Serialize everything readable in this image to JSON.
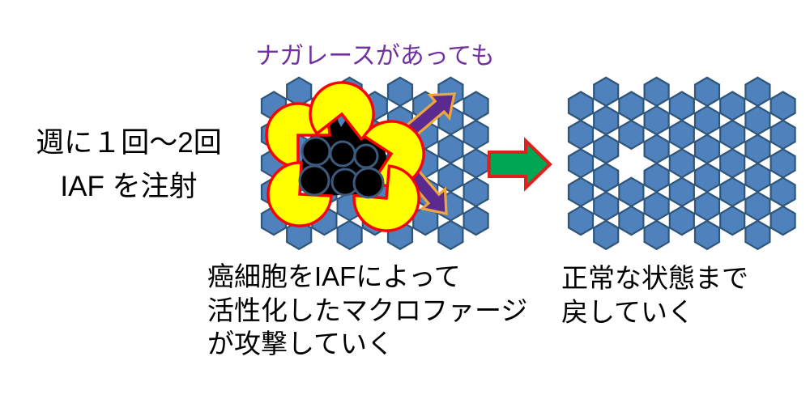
{
  "slide": {
    "nagalase_note": "ナガレースがあっても",
    "injection_note": {
      "line1": "週に１回～2回",
      "line2": "IAF を注射"
    },
    "attack_caption": {
      "line1": "癌細胞をIAFによって",
      "line2": "活性化したマクロファージ",
      "line3": "が攻撃していく"
    },
    "recovery_caption": {
      "line1": "正常な状態まで",
      "line2": "戻していく"
    }
  },
  "colors": {
    "background": "#FFFFFF",
    "nagalase_text": "#7030A0",
    "body_text": "#000000",
    "tissue_hex_fill": "#4F81BD",
    "tissue_hex_stroke": "#2F5579",
    "macrophage_fill": "#FFFF00",
    "macrophage_stroke": "#FF0000",
    "cancer_fill": "#000000",
    "cancer_stroke": "#3D5A7D",
    "nagalase_arrow_fill": "#5B2A8E",
    "nagalase_arrow_stroke": "#F0A43C",
    "transition_arrow_fill": "#00A651",
    "transition_arrow_stroke": "#E01F1F"
  },
  "diagram": {
    "diseased_tissue": {
      "columns": 9,
      "macrophage_count": 5,
      "cancer_cell_count": 6,
      "escape_arrow_count": 2,
      "hole": null
    },
    "healthy_tissue": {
      "columns": 9,
      "hole": {
        "col": 2,
        "row": 2
      }
    },
    "icons": [
      "hexagon-cell-icon",
      "macrophage-icon",
      "cancer-cell-icon",
      "cancer-mass-icon",
      "escape-arrow-icon",
      "transition-arrow-icon"
    ]
  }
}
